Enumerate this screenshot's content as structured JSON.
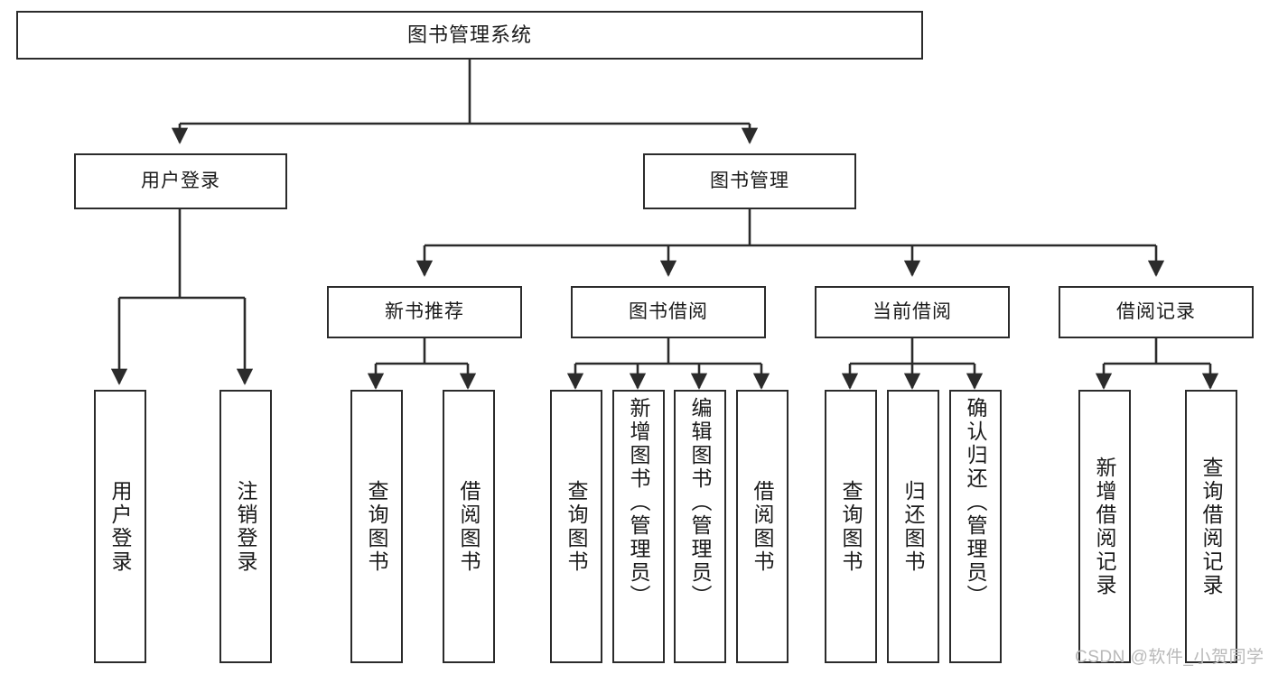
{
  "diagram": {
    "type": "tree-hierarchy",
    "title": "图书管理系统",
    "watermark": "CSDN @软件_小贺同学",
    "colors": {
      "stroke": "#2b2b2b",
      "fill": "#ffffff",
      "text": "#1a1a1a",
      "watermark": "#b9b9b9"
    },
    "nodes": {
      "root": {
        "label": "图书管理系统"
      },
      "level2": [
        {
          "id": "user-login",
          "label": "用户登录"
        },
        {
          "id": "book-manage",
          "label": "图书管理"
        }
      ],
      "level3": [
        {
          "id": "new-book-rec",
          "label": "新书推荐"
        },
        {
          "id": "book-borrow",
          "label": "图书借阅"
        },
        {
          "id": "current-borrow",
          "label": "当前借阅"
        },
        {
          "id": "borrow-record",
          "label": "借阅记录"
        }
      ],
      "leaves": [
        {
          "id": "leaf-user-login",
          "label": "用户登录",
          "parent": "user-login"
        },
        {
          "id": "leaf-logout",
          "label": "注销登录",
          "parent": "user-login"
        },
        {
          "id": "leaf-query-book-1",
          "label": "查询图书",
          "parent": "new-book-rec"
        },
        {
          "id": "leaf-borrow-book-1",
          "label": "借阅图书",
          "parent": "new-book-rec"
        },
        {
          "id": "leaf-query-book-2",
          "label": "查询图书",
          "parent": "book-borrow"
        },
        {
          "id": "leaf-add-book",
          "label": "新增图书（管理员）",
          "parent": "book-borrow"
        },
        {
          "id": "leaf-edit-book",
          "label": "编辑图书（管理员）",
          "parent": "book-borrow"
        },
        {
          "id": "leaf-borrow-book-2",
          "label": "借阅图书",
          "parent": "book-borrow"
        },
        {
          "id": "leaf-query-book-3",
          "label": "查询图书",
          "parent": "current-borrow"
        },
        {
          "id": "leaf-return-book",
          "label": "归还图书",
          "parent": "current-borrow"
        },
        {
          "id": "leaf-confirm-return",
          "label": "确认归还（管理员）",
          "parent": "current-borrow"
        },
        {
          "id": "leaf-add-record",
          "label": "新增借阅记录",
          "parent": "borrow-record"
        },
        {
          "id": "leaf-query-record",
          "label": "查询借阅记录",
          "parent": "borrow-record"
        }
      ]
    }
  }
}
